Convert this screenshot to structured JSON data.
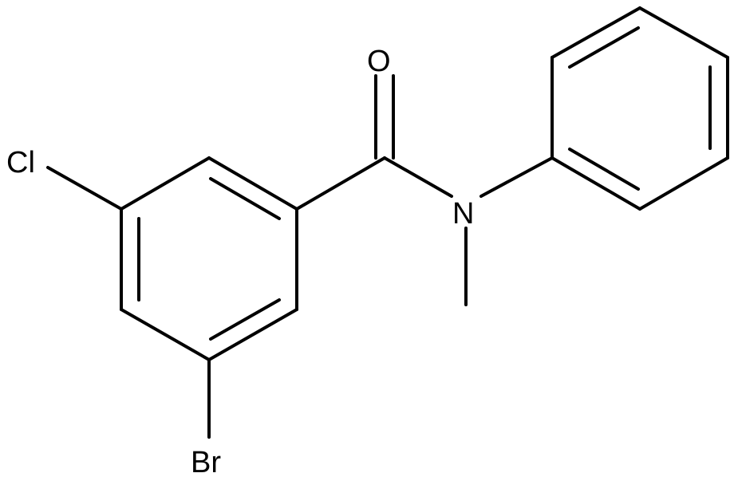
{
  "molecule": {
    "atoms": {
      "chlorine": "Cl",
      "bromine": "Br",
      "oxygen": "O",
      "nitrogen": "N"
    }
  },
  "colors": {
    "bond": "#000000",
    "label": "#000000",
    "background": "#ffffff"
  }
}
